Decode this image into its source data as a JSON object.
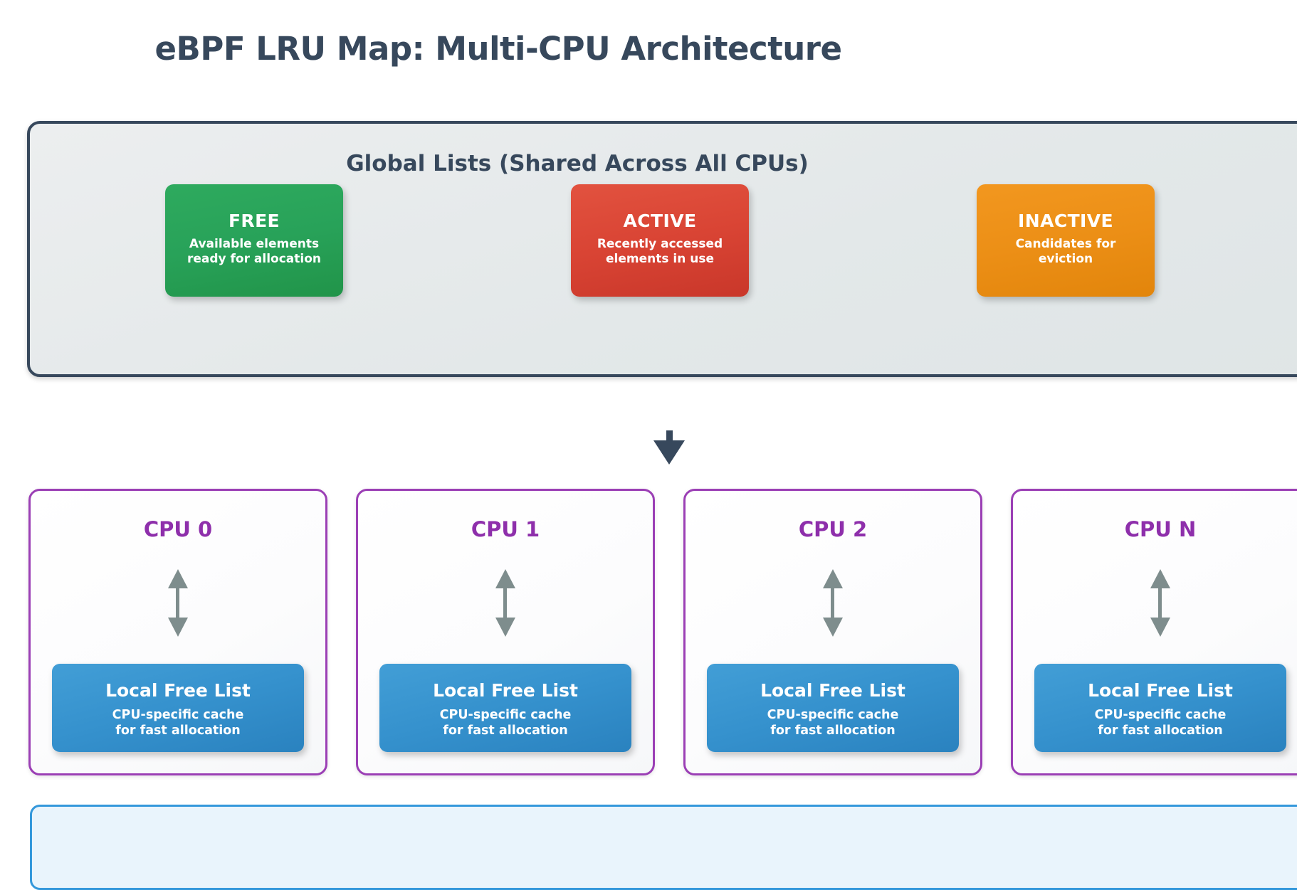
{
  "page": {
    "title": "eBPF LRU Map: Multi-CPU Architecture",
    "background": "#ffffff"
  },
  "colors": {
    "title_text": "#37485c",
    "panel_border": "#37485c",
    "panel_fill": "#e6eaea",
    "free_green": "#28a259",
    "active_red": "#d94434",
    "inactive_orange": "#ec8f16",
    "cpu_border_purple": "#9b3fb5",
    "cpu_title_purple": "#8e2fab",
    "local_box_blue": "#3591cd",
    "arrow_gray": "#7e8d8d",
    "bottom_panel_border": "#3498db",
    "bottom_panel_fill": "#e9f4fc"
  },
  "global_section": {
    "heading": "Global Lists (Shared Across All CPUs)",
    "lists": [
      {
        "id": "free",
        "title": "FREE",
        "subtitle": "Available elements\nready for allocation",
        "subtitle_line1": "Available elements",
        "subtitle_line2": "ready for allocation",
        "color": "#28a259"
      },
      {
        "id": "active",
        "title": "ACTIVE",
        "subtitle": "Recently accessed\nelements in use",
        "subtitle_line1": "Recently accessed",
        "subtitle_line2": "elements in use",
        "color": "#d94434"
      },
      {
        "id": "inactive",
        "title": "INACTIVE",
        "subtitle": "Candidates for\neviction",
        "subtitle_line1": "Candidates for",
        "subtitle_line2": "eviction",
        "color": "#ec8f16"
      }
    ]
  },
  "flow": {
    "arrow_icon": "arrow-down-icon",
    "direction": "down"
  },
  "cpu_section": {
    "local_box_title": "Local Free List",
    "local_box_subtitle_line1": "CPU-specific cache",
    "local_box_subtitle_line2": "for fast allocation",
    "link_icon": "double-arrow-vertical-icon",
    "cpus": [
      {
        "label": "CPU 0"
      },
      {
        "label": "CPU 1"
      },
      {
        "label": "CPU 2"
      },
      {
        "label": "CPU N"
      }
    ]
  },
  "bottom_section": {
    "visible": true,
    "note": "panel cropped at bottom edge of screenshot"
  }
}
